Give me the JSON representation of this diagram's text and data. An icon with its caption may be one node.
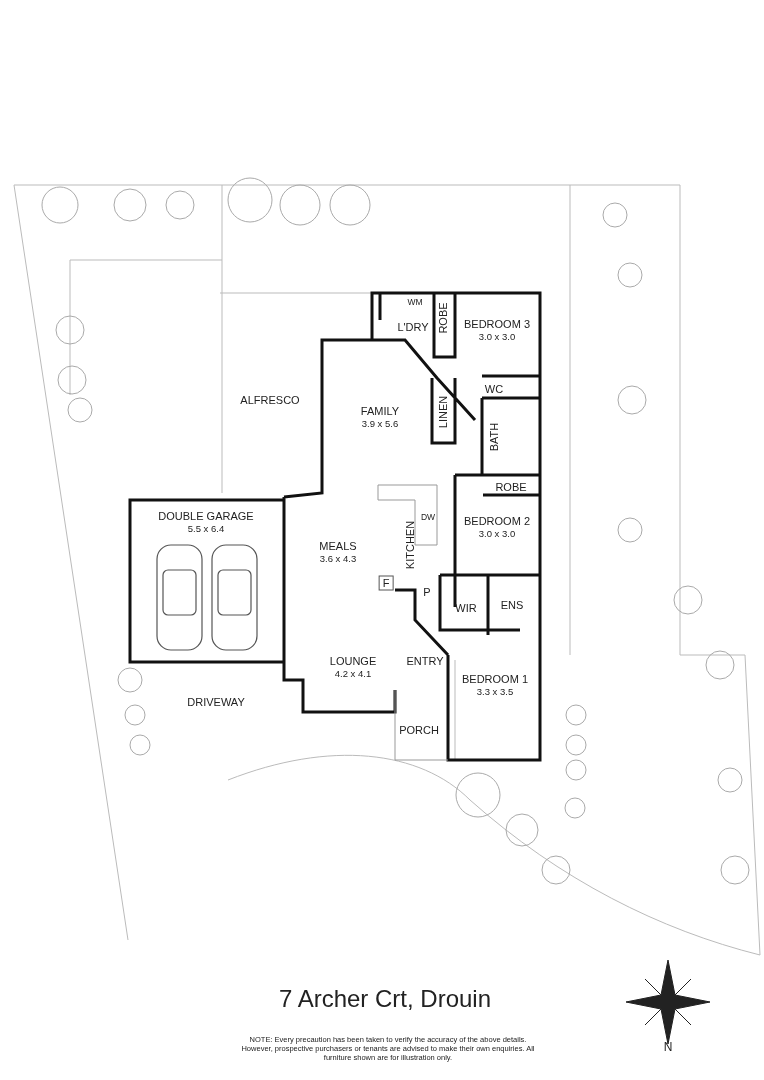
{
  "diagram": {
    "title": "7 Archer Crt, Drouin",
    "caption": "NOTE: Every precaution has been taken to verify the accuracy of the above details. However, prospective purchasers or tenants are advised to make their own enquiries. All furniture shown are for illustration only.",
    "nodes": [
      {
        "text": [
          "ALFRESCO"
        ]
      },
      {
        "text": [
          "L'DRY"
        ]
      },
      {
        "text": [
          "ROBE"
        ]
      },
      {
        "text": [
          "BEDROOM 3",
          "3.0 x 3.0"
        ]
      },
      {
        "text": [
          "FAMILY",
          "3.9 x 5.6"
        ]
      },
      {
        "text": [
          "WC"
        ]
      },
      {
        "text": [
          "LINEN"
        ]
      },
      {
        "text": [
          "BATH"
        ]
      },
      {
        "text": [
          "ROBE"
        ]
      },
      {
        "text": [
          "DOUBLE GARAGE",
          "5.5 x 6.4"
        ]
      },
      {
        "text": [
          "MEALS",
          "3.6 x 4.3"
        ]
      },
      {
        "text": [
          "KITCHEN"
        ]
      },
      {
        "text": [
          "BEDROOM 2",
          "3.0 x 3.0"
        ]
      },
      {
        "text": [
          "F"
        ]
      },
      {
        "text": [
          "P"
        ]
      },
      {
        "text": [
          "WIR"
        ]
      },
      {
        "text": [
          "ENS"
        ]
      },
      {
        "text": [
          "LOUNGE",
          "4.2 x 4.1"
        ]
      },
      {
        "text": [
          "ENTRY"
        ]
      },
      {
        "text": [
          "BEDROOM 1",
          "3.3 x 3.5"
        ]
      },
      {
        "text": [
          "DRIVEWAY"
        ]
      },
      {
        "text": [
          "PORCH"
        ]
      }
    ],
    "labels": [
      "WM",
      "DW",
      "N"
    ]
  }
}
